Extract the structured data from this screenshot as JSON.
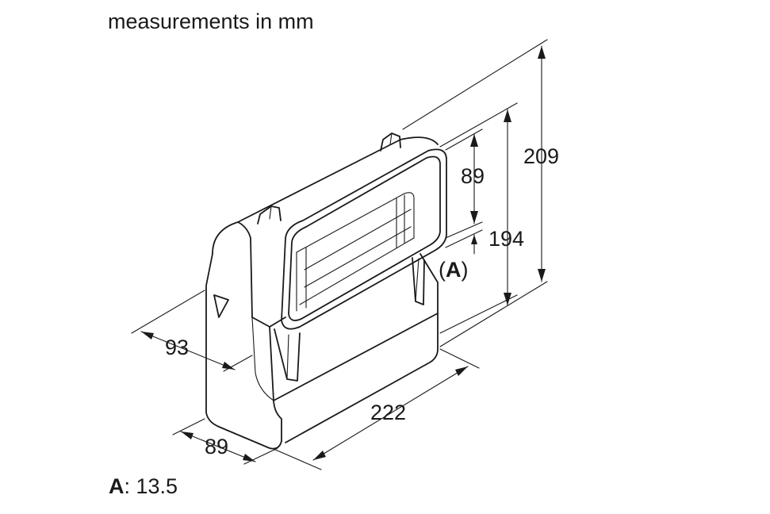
{
  "title": "measurements in mm",
  "dimensions": {
    "d209": "209",
    "d194": "194",
    "d89_top": "89",
    "d93": "93",
    "d222": "222",
    "d89_bottom": "89"
  },
  "label_a": {
    "letter": "A",
    "open": "(",
    "close": ")"
  },
  "legend": {
    "key": "A",
    "sep": ": ",
    "value": "13.5"
  },
  "colors": {
    "line": "#1a1a1a",
    "background": "#ffffff"
  }
}
